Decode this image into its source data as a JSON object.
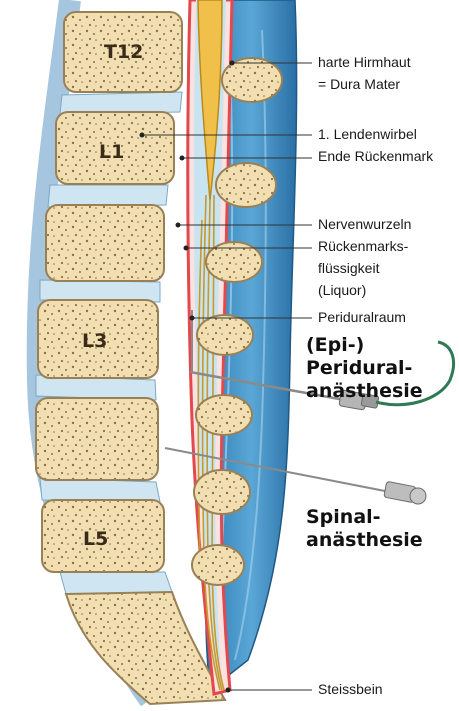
{
  "vertebra_labels": {
    "t12": "T12",
    "l1": "L1",
    "l3": "L3",
    "l5": "L5"
  },
  "labels": {
    "dura_line1": "harte Hirmhaut",
    "dura_line2": "= Dura Mater",
    "lumbar_line1": "1. Lendenwirbel",
    "lumbar_line2": "Ende Rückenmark",
    "nerve_roots": "Nervenwurzeln",
    "csf_line1": "Rückenmarks-",
    "csf_line2": "flüssigkeit",
    "csf_line3": "(Liquor)",
    "epidural_space": "Periduralraum",
    "coccyx": "Steissbein"
  },
  "procedures": {
    "epidural_line1": "(Epi-)",
    "epidural_line2": "Peridural-",
    "epidural_line3": "anästhesie",
    "spinal_line1": "Spinal-",
    "spinal_line2": "anästhesie"
  },
  "colors": {
    "bone": "#f1dfb2",
    "bone_outline": "#9a8055",
    "disc": "#cfe6f2",
    "back_muscle": "#3f8ec6",
    "dura": "#e2484c",
    "spinal_cord": "#f0c04a",
    "csf": "#c9e4f1",
    "epidural_catheter": "#2e7a55"
  }
}
